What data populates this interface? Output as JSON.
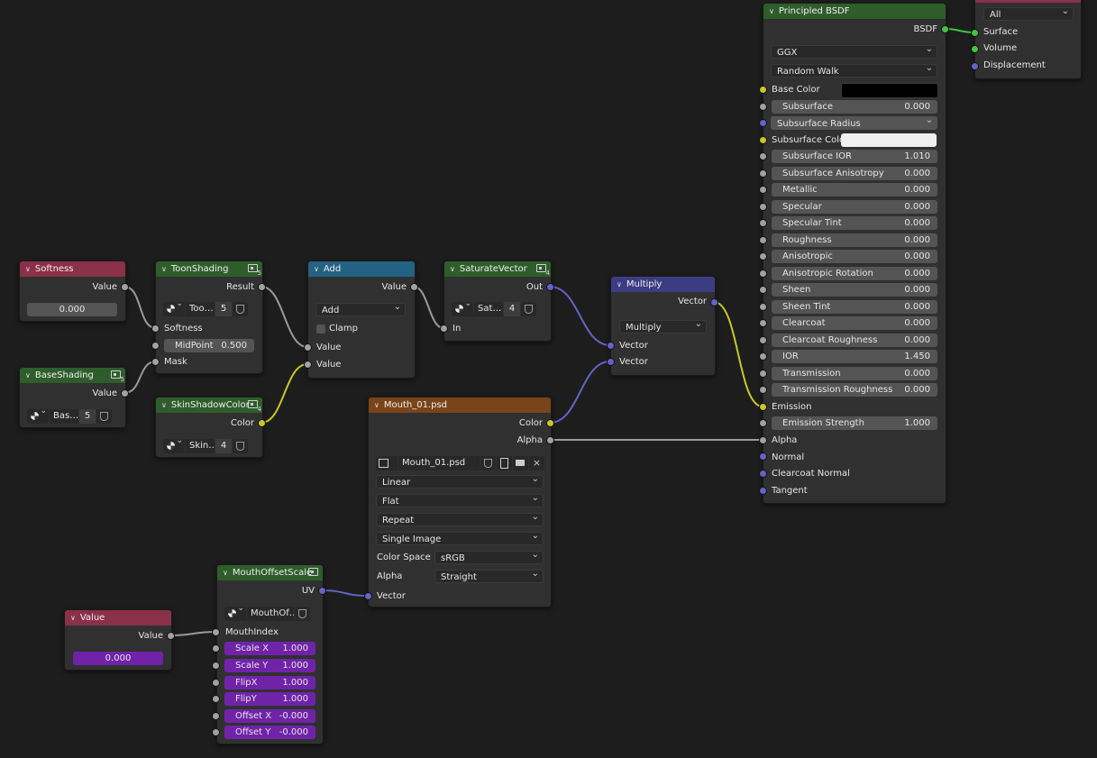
{
  "colors": {
    "background": "#1d1d1d",
    "header_green": "#2e5d2b",
    "header_red": "#8a3048",
    "header_blue": "#246283",
    "header_purple": "#3c3c83",
    "header_orange": "#7a4419",
    "socket_gray": "#a1a1a1",
    "socket_yellow": "#c7c729",
    "socket_blue": "#6363c7",
    "socket_green": "#3fc73f"
  },
  "softness": {
    "title": "Softness",
    "output": "Value",
    "value": "0.000"
  },
  "baseshading": {
    "title": "BaseShading",
    "output": "Value",
    "db_name": "Bas…",
    "db_count": "5",
    "users": "5"
  },
  "toonshading": {
    "title": "ToonShading",
    "output": "Result",
    "db_name": "Too…",
    "db_count": "5",
    "users": "5",
    "input_softness": "Softness",
    "midpoint_label": "MidPoint",
    "midpoint_value": "0.500",
    "input_mask": "Mask"
  },
  "skinshadow": {
    "title": "SkinShadowColor",
    "output": "Color",
    "db_name": "Skin…",
    "db_count": "4",
    "users": "4"
  },
  "add": {
    "title": "Add",
    "output": "Value",
    "operation": "Add",
    "clamp": "Clamp",
    "input1": "Value",
    "input2": "Value"
  },
  "saturate": {
    "title": "SaturateVector",
    "output": "Out",
    "db_name": "Sat…",
    "db_count": "4",
    "users": "4",
    "input": "In"
  },
  "multiply": {
    "title": "Multiply",
    "output": "Vector",
    "operation": "Multiply",
    "input1": "Vector",
    "input2": "Vector"
  },
  "mouth": {
    "title": "Mouth_01.psd",
    "out_color": "Color",
    "out_alpha": "Alpha",
    "image_name": "Mouth_01.psd",
    "interpolation": "Linear",
    "projection": "Flat",
    "extension": "Repeat",
    "source": "Single Image",
    "colorspace_label": "Color Space",
    "colorspace": "sRGB",
    "alpha_label": "Alpha",
    "alpha": "Straight",
    "input_vector": "Vector"
  },
  "mouthoffset": {
    "title": "MouthOffsetScale",
    "output": "UV",
    "db_name": "MouthOf…",
    "input_mouthindex": "MouthIndex",
    "params": [
      {
        "label": "Scale X",
        "value": "1.000"
      },
      {
        "label": "Scale Y",
        "value": "1.000"
      },
      {
        "label": "FlipX",
        "value": "1.000"
      },
      {
        "label": "FlipY",
        "value": "1.000"
      },
      {
        "label": "Offset X",
        "value": "-0.000"
      },
      {
        "label": "Offset Y",
        "value": "-0.000"
      }
    ]
  },
  "valuenode": {
    "title": "Value",
    "output": "Value",
    "value": "0.000"
  },
  "bsdf": {
    "title": "Principled BSDF",
    "output": "BSDF",
    "distribution": "GGX",
    "subsurface_method": "Random Walk",
    "base_color": "Base Color",
    "subsurface_radius": "Subsurface Radius",
    "subsurface_color": "Subsurface Color",
    "params_a": [
      {
        "label": "Subsurface",
        "value": "0.000"
      }
    ],
    "params_b": [
      {
        "label": "Subsurface IOR",
        "value": "1.010"
      },
      {
        "label": "Subsurface Anisotropy",
        "value": "0.000"
      },
      {
        "label": "Metallic",
        "value": "0.000"
      },
      {
        "label": "Specular",
        "value": "0.000"
      },
      {
        "label": "Specular Tint",
        "value": "0.000"
      },
      {
        "label": "Roughness",
        "value": "0.000"
      },
      {
        "label": "Anisotropic",
        "value": "0.000"
      },
      {
        "label": "Anisotropic Rotation",
        "value": "0.000"
      },
      {
        "label": "Sheen",
        "value": "0.000"
      },
      {
        "label": "Sheen Tint",
        "value": "0.000"
      },
      {
        "label": "Clearcoat",
        "value": "0.000"
      },
      {
        "label": "Clearcoat Roughness",
        "value": "0.000"
      },
      {
        "label": "IOR",
        "value": "1.450"
      },
      {
        "label": "Transmission",
        "value": "0.000"
      },
      {
        "label": "Transmission Roughness",
        "value": "0.000"
      }
    ],
    "emission": "Emission",
    "emission_strength_label": "Emission Strength",
    "emission_strength": "1.000",
    "alpha": "Alpha",
    "normal": "Normal",
    "clearcoat_normal": "Clearcoat Normal",
    "tangent": "Tangent"
  },
  "output": {
    "target": "All",
    "surface": "Surface",
    "volume": "Volume",
    "displacement": "Displacement"
  }
}
